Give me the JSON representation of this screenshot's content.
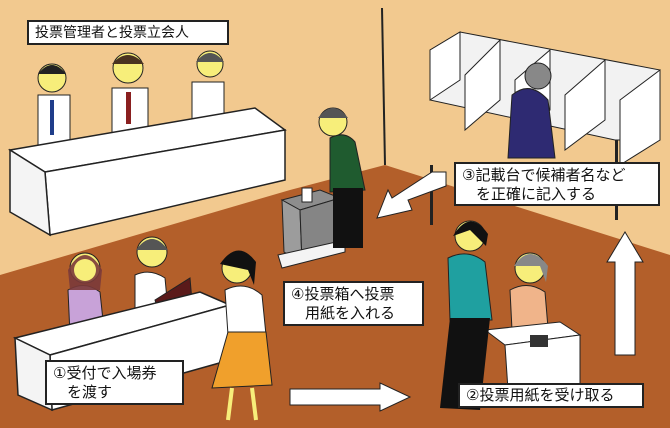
{
  "labels": {
    "staff": "投票管理者と投票立会人",
    "step1_line1": "①受付で入場券",
    "step1_line2": "を渡す",
    "step2": "②投票用紙を受け取る",
    "step3_line1": "③記載台で候補者名など",
    "step3_line2": "を正確に記入する",
    "step4_line1": "④投票箱へ投票",
    "step4_line2": "用紙を入れる"
  },
  "colors": {
    "wall": "#f2c98f",
    "floor": "#b35f2a"
  }
}
